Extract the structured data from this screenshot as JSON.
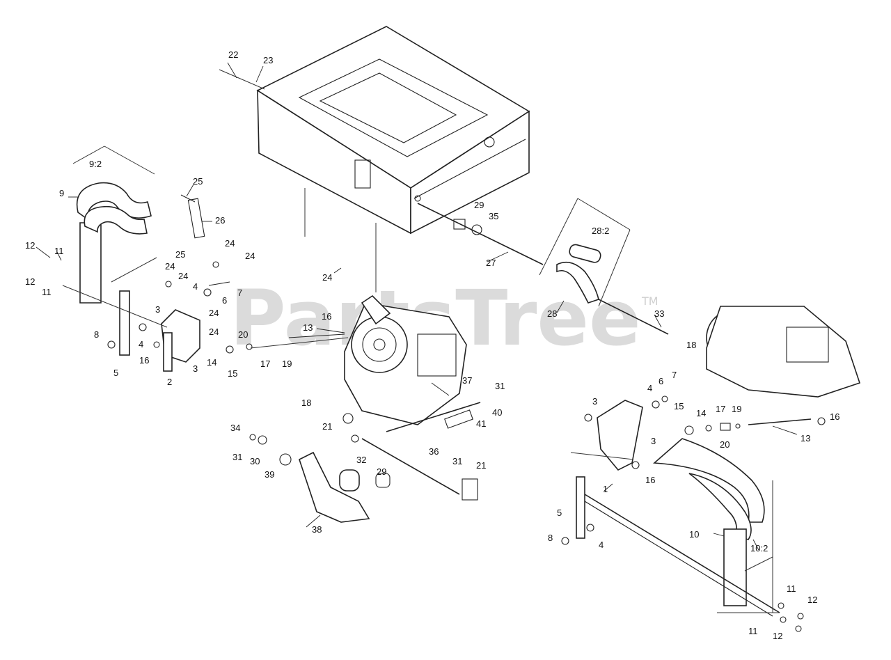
{
  "watermark": {
    "text": "PartsTree",
    "trademark": "TM"
  },
  "callouts": [
    "22",
    "23",
    "25",
    "26",
    "9:2",
    "9",
    "12",
    "11",
    "12",
    "11",
    "25",
    "24",
    "24",
    "24",
    "24",
    "24",
    "24",
    "4",
    "7",
    "3",
    "6",
    "24",
    "8",
    "4",
    "16",
    "5",
    "3",
    "2",
    "14",
    "20",
    "15",
    "17",
    "19",
    "13",
    "16",
    "29",
    "35",
    "27",
    "28:2",
    "28",
    "33",
    "18",
    "21",
    "37",
    "31",
    "40",
    "41",
    "34",
    "31",
    "30",
    "39",
    "32",
    "29",
    "36",
    "31",
    "21",
    "38",
    "18",
    "7",
    "6",
    "4",
    "3",
    "15",
    "14",
    "17",
    "19",
    "20",
    "16",
    "13",
    "3",
    "1",
    "16",
    "5",
    "8",
    "4",
    "10",
    "10:2",
    "11",
    "12",
    "11",
    "12"
  ]
}
